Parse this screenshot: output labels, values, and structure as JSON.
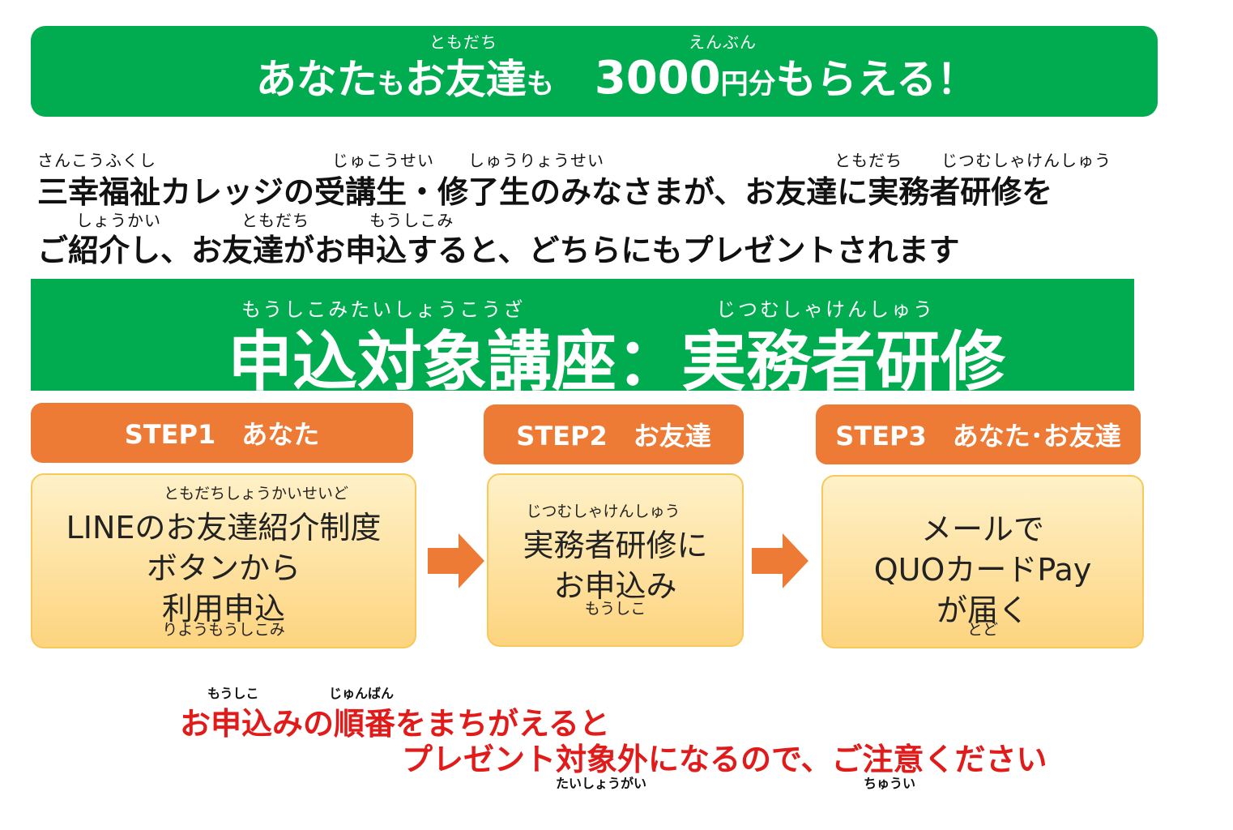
{
  "banner": {
    "ruby_tomodachi": "ともだち",
    "ruby_enbun": "えんぶん",
    "part1": "あなた",
    "mo1": "も",
    "part2": "お友達",
    "mo2": "も",
    "amount": "3000",
    "yen": "円分",
    "part3": "もらえる！"
  },
  "intro": {
    "line1": "三幸福祉カレッジの受講生・修了生のみなさまが、お友達に実務者研修を",
    "line2": "ご紹介し、お友達がお申込すると、どちらにもプレゼントされます",
    "ruby": {
      "sankoufukushi": "さんこうふくし",
      "jukousei": "じゅこうせい",
      "shuuryousei": "しゅうりょうせい",
      "tomodachi1": "ともだち",
      "jitsumusha": "じつむしゃけんしゅう",
      "shoukai": "しょうかい",
      "tomodachi2": "ともだち",
      "moushikomi": "もうしこみ"
    }
  },
  "course": {
    "ruby_left": "もうしこみたいしょうこうざ",
    "ruby_right": "じつむしゃけんしゅう",
    "title": "申込対象講座：実務者研修"
  },
  "steps": [
    {
      "header": "STEP1　あなた",
      "ruby_top": "ともだちしょうかいせいど",
      "lines": [
        "LINEのお友達紹介制度",
        "ボタンから",
        "利用申込"
      ],
      "ruby_bottom": "りようもうしこみ"
    },
    {
      "header": "STEP2　お友達",
      "ruby_top": "じつむしゃけんしゅう",
      "lines": [
        "実務者研修に",
        "お申込み"
      ],
      "ruby_bottom": "もうしこ"
    },
    {
      "header": "STEP3　あなた･お友達",
      "lines": [
        "メールで",
        "QUOカードPay",
        "が届く"
      ],
      "ruby_bottom": "とど"
    }
  ],
  "warning": {
    "ruby_moushiko": "もうしこ",
    "ruby_junban": "じゅんばん",
    "line1": "お申込みの順番をまちがえると",
    "line2": "プレゼント対象外になるので、ご注意ください",
    "ruby_taishougai": "たいしょうがい",
    "ruby_chuui": "ちゅうい"
  },
  "colors": {
    "green": "#00AC4F",
    "orange": "#EE7B35",
    "box_fill": "#FDD47F",
    "warning_red": "#E11A1A"
  }
}
